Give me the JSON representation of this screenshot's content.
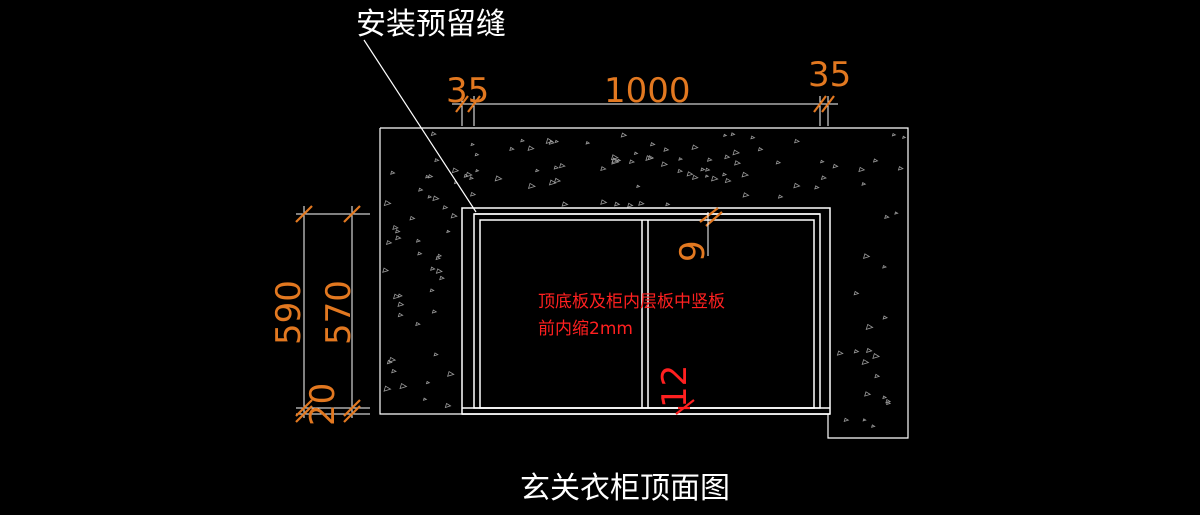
{
  "callout": {
    "label": "安装预留缝"
  },
  "dimensions": {
    "top_left": "35",
    "top_center": "1000",
    "top_right": "35",
    "left_outer": "590",
    "left_inner": "570",
    "left_bottom": "20",
    "top_panel_gap": "9",
    "bottom_panel_gap": "12"
  },
  "note": {
    "line1": "顶底板及柜内层板中竖板",
    "line2": "前内缩2mm"
  },
  "title": "玄关衣柜顶面图",
  "colors": {
    "dimension": "#e27820",
    "note": "#ff2020",
    "linework": "#ffffff",
    "background": "#000000"
  }
}
